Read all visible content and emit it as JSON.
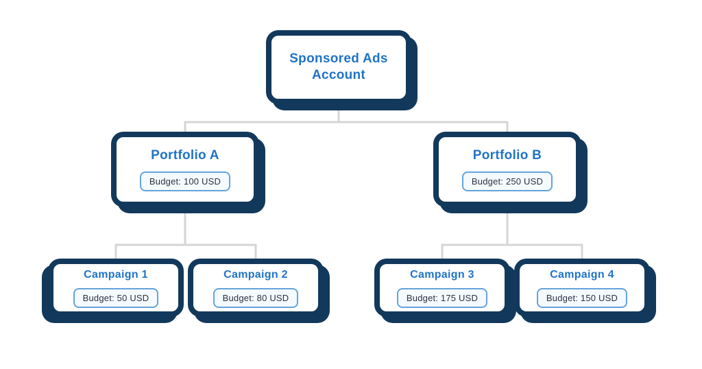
{
  "palette": {
    "navy": "#12395b",
    "titleBlue": "#1f73c8",
    "pillBorder": "#64a3dc",
    "pillBg": "#f5fafe",
    "pillText": "#28333f",
    "connector": "#d5d5d5",
    "cardBg": "#ffffff",
    "pageBg": "#ffffff"
  },
  "diagram": {
    "account": {
      "title": "Sponsored Ads Account"
    },
    "portfolios": [
      {
        "title": "Portfolio A",
        "budget": "Budget: 100 USD"
      },
      {
        "title": "Portfolio B",
        "budget": "Budget: 250 USD"
      }
    ],
    "campaigns": [
      {
        "title": "Campaign 1",
        "budget": "Budget: 50 USD"
      },
      {
        "title": "Campaign 2",
        "budget": "Budget: 80 USD"
      },
      {
        "title": "Campaign 3",
        "budget": "Budget: 175 USD"
      },
      {
        "title": "Campaign 4",
        "budget": "Budget: 150 USD"
      }
    ]
  }
}
